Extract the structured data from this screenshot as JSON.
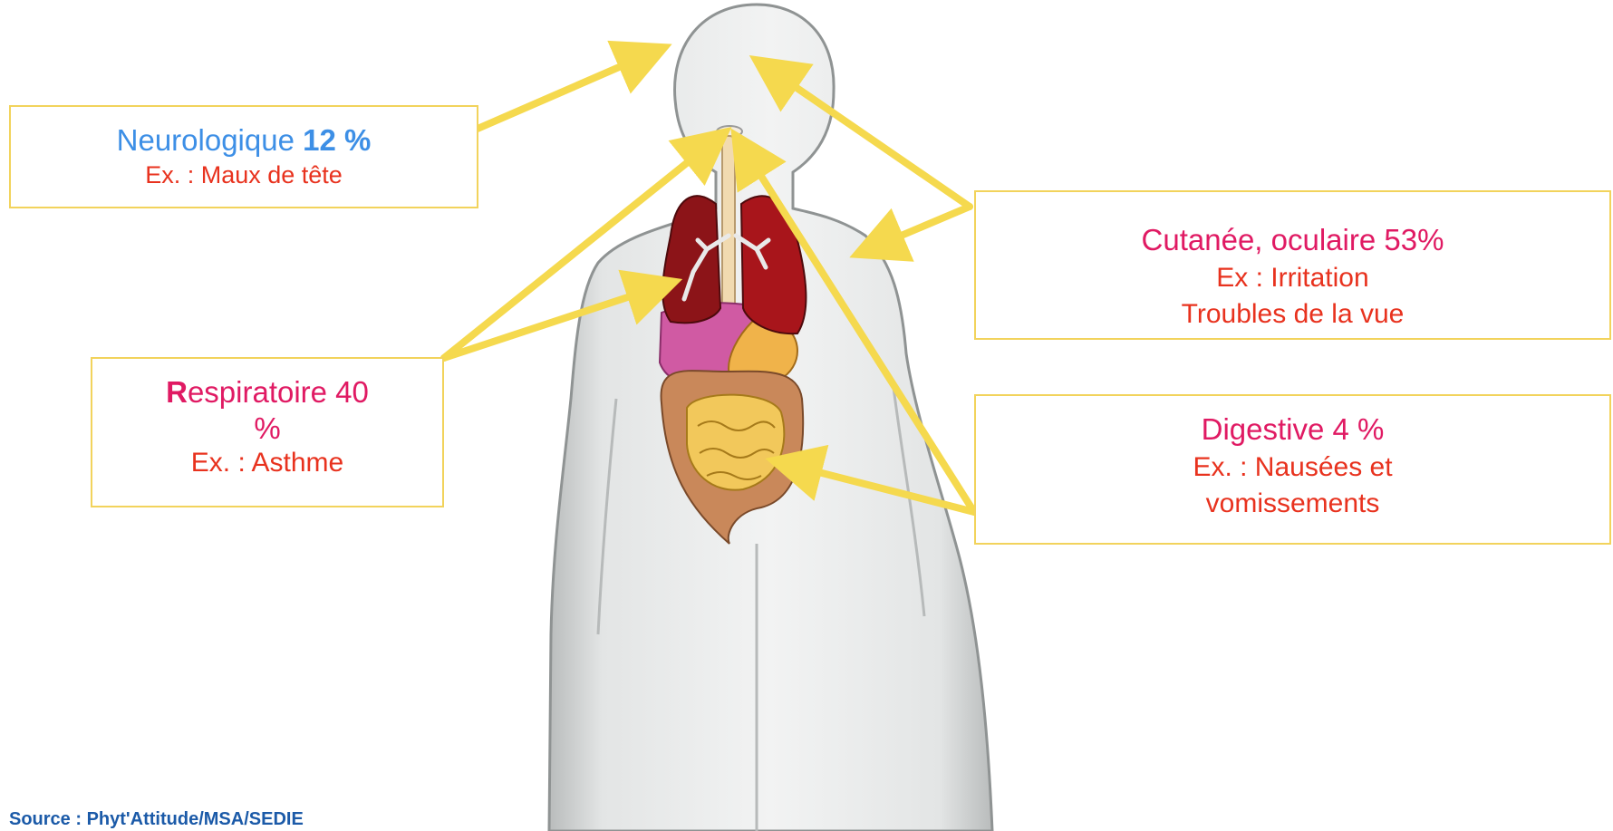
{
  "boxes": {
    "neuro": {
      "name": "Neurologique",
      "percent": "12 %",
      "example": "Ex. : Maux de tête"
    },
    "cutanee": {
      "name": "Cutanée, oculaire 53%",
      "example_1": "Ex : Irritation",
      "example_2": "Troubles de la vue"
    },
    "respiratoire": {
      "first_letter": "R",
      "name_rest": "espiratoire 40",
      "percent_symbol": "%",
      "example": "Ex. : Asthme"
    },
    "digestive": {
      "name": "Digestive 4 %",
      "example_1": "Ex. : Nausées et",
      "example_2": "vomissements"
    }
  },
  "source": "Source : Phyt'Attitude/MSA/SEDIE",
  "colors": {
    "border": "#f2d35c",
    "arrow": "#f5d94e",
    "blue": "#3d8fe6",
    "red": "#e8321e",
    "pink": "#e01a63"
  }
}
